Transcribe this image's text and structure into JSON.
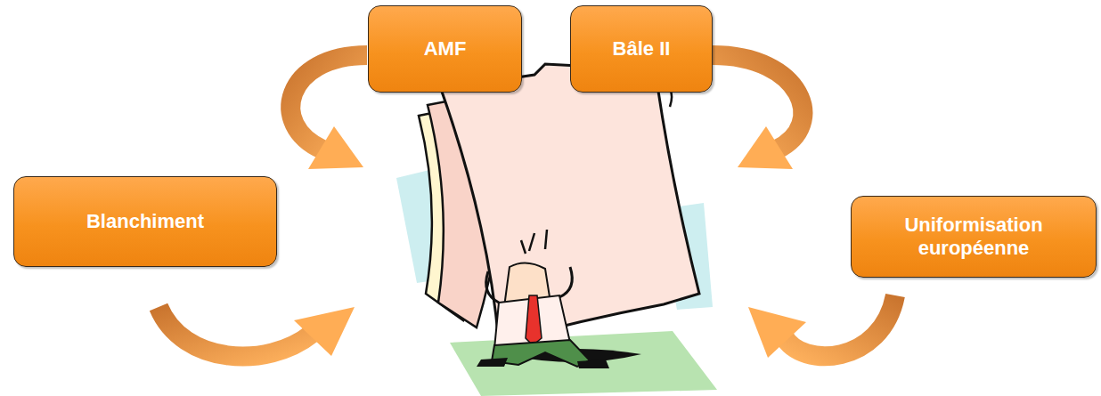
{
  "diagram": {
    "nodes": [
      {
        "text": [
          "AMF"
        ]
      },
      {
        "text": [
          "Bâle II"
        ]
      },
      {
        "text": [
          "Blanchiment"
        ]
      },
      {
        "text": [
          "Uniformisation européenne"
        ]
      }
    ]
  }
}
